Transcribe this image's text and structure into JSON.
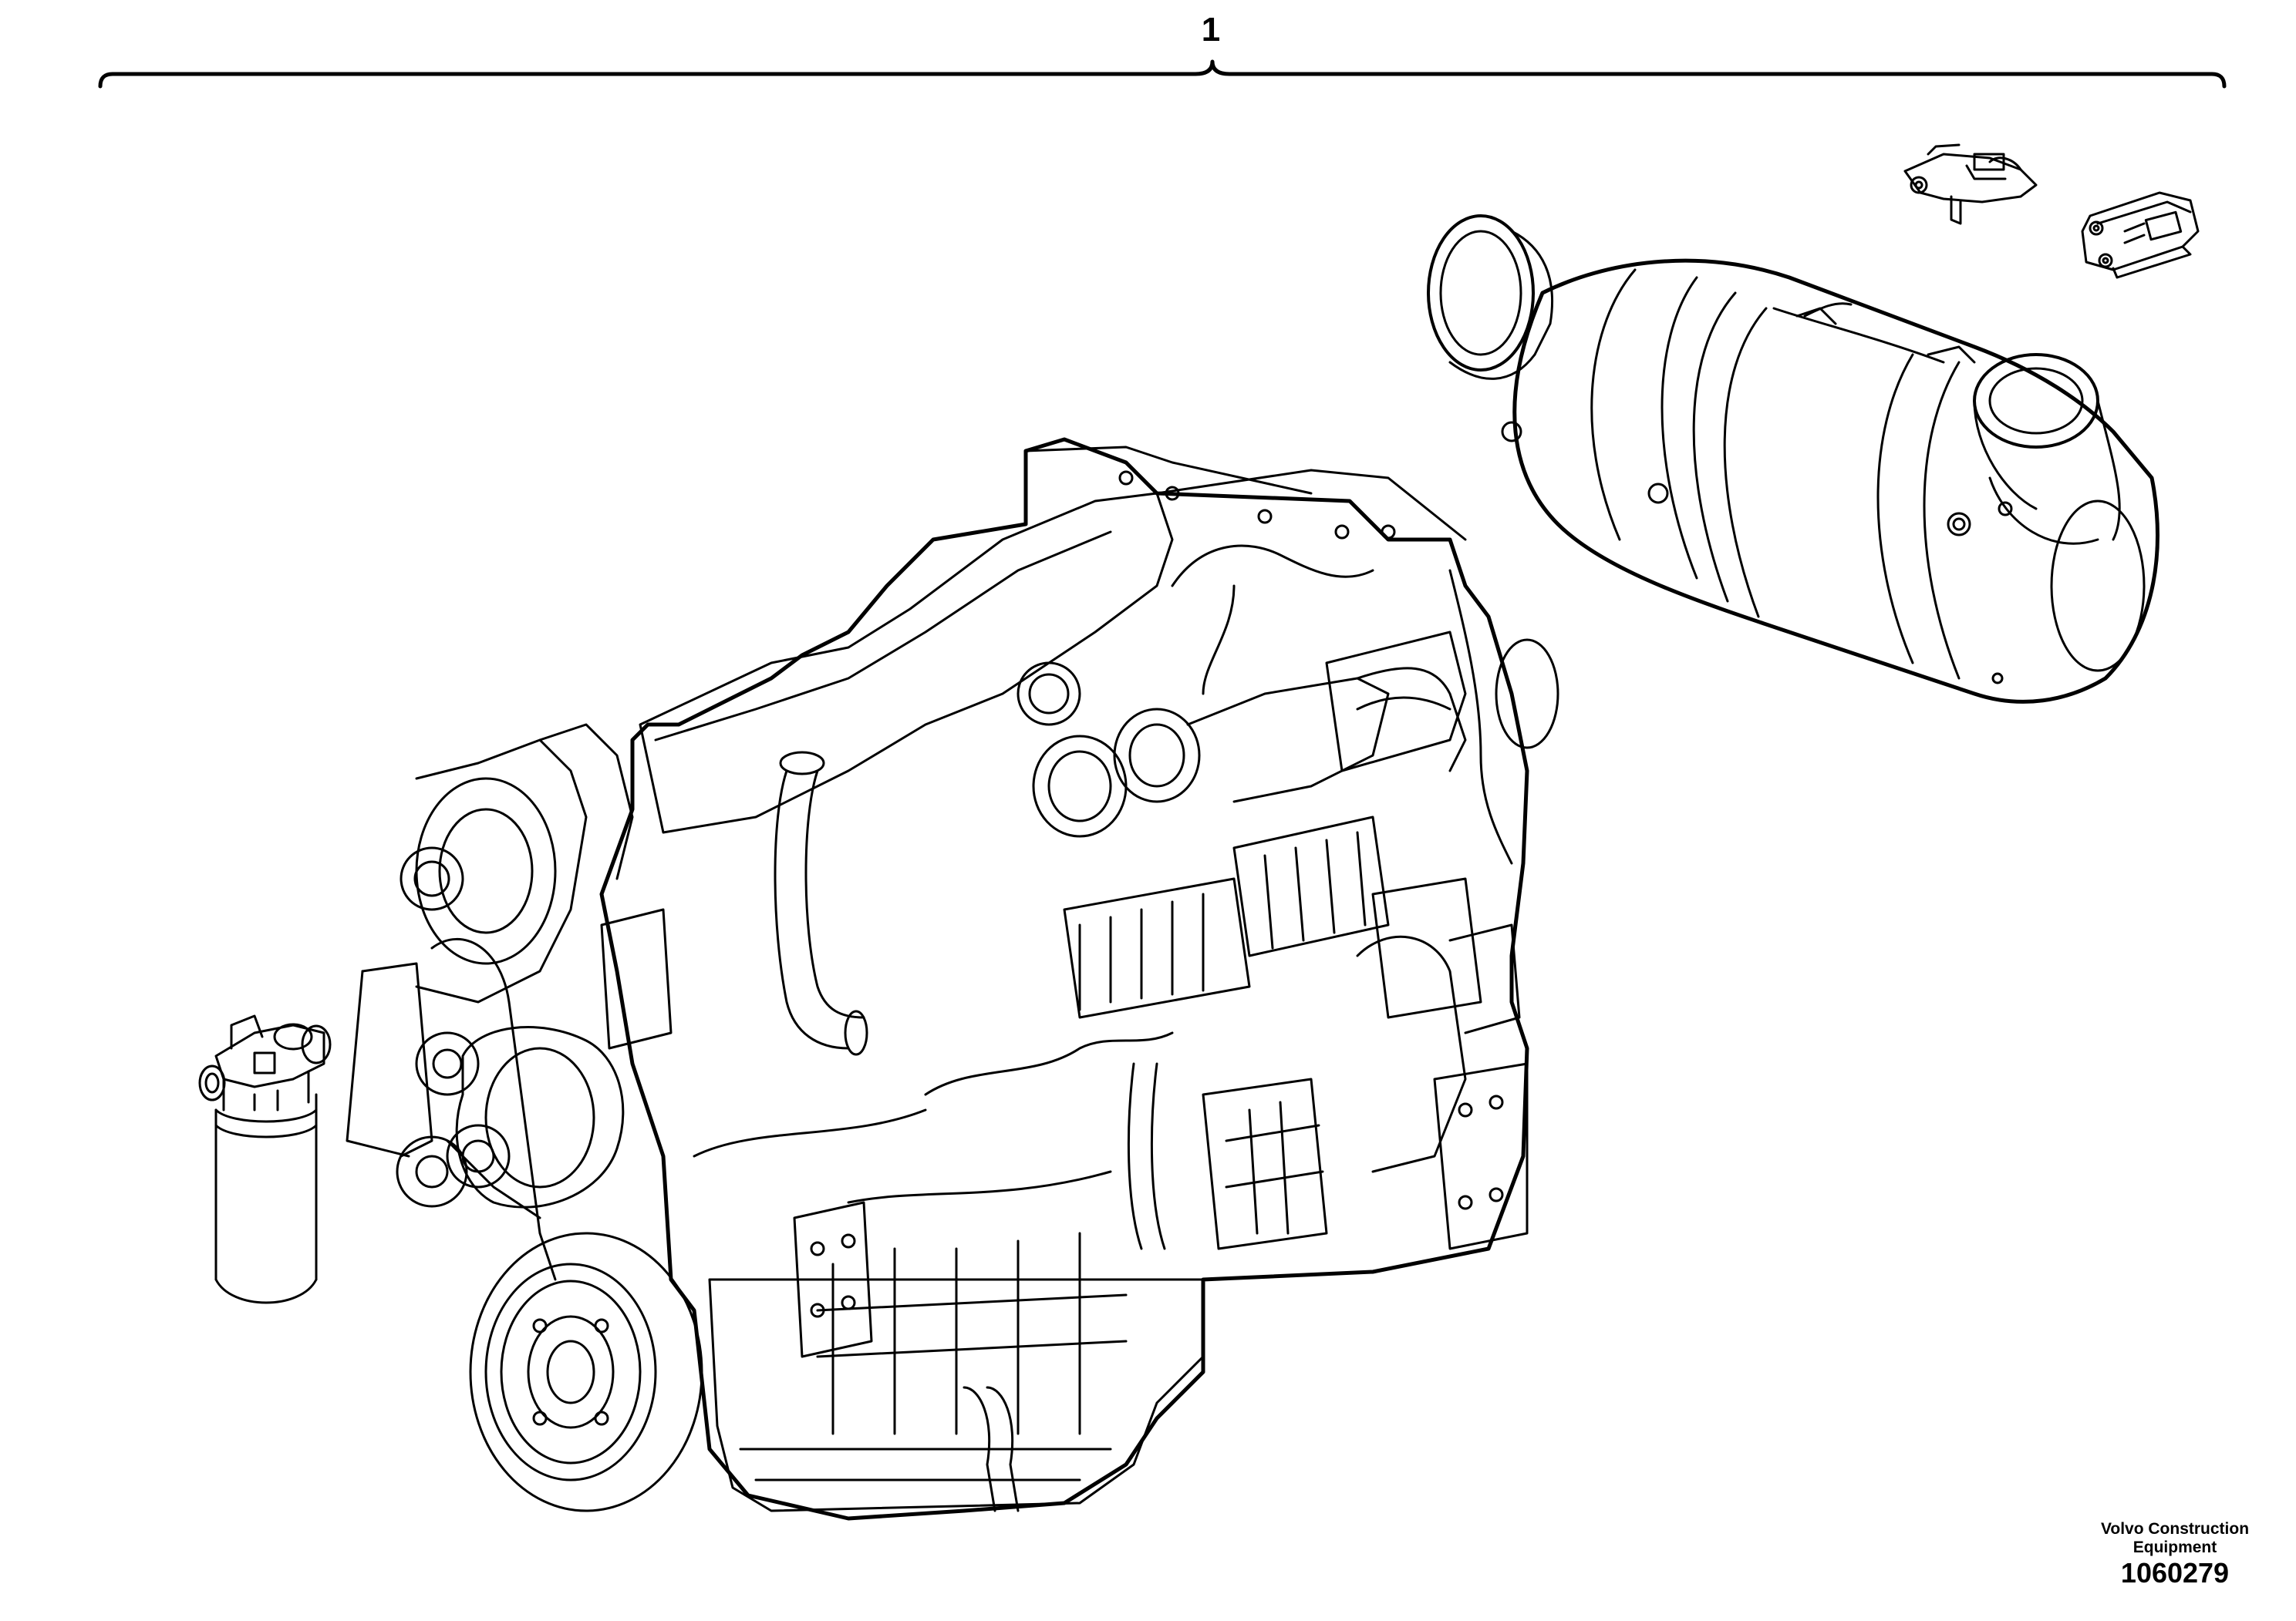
{
  "callout_number": "1",
  "publisher": {
    "line1": "Volvo Construction",
    "line2": "Equipment"
  },
  "drawing_number": "1060279",
  "parts": [
    {
      "name": "engine-assembly"
    },
    {
      "name": "exhaust-aftertreatment-unit"
    },
    {
      "name": "sensor-part"
    },
    {
      "name": "control-module"
    },
    {
      "name": "fuel-filter"
    }
  ]
}
